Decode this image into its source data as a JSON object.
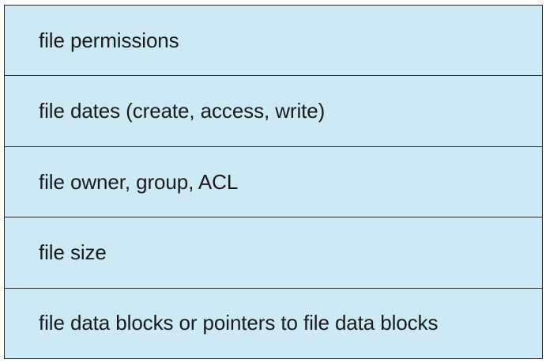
{
  "fcb": {
    "rows": [
      {
        "label": "file permissions"
      },
      {
        "label": "file dates (create, access, write)"
      },
      {
        "label": "file owner, group, ACL"
      },
      {
        "label": "file size"
      },
      {
        "label": "file data blocks or pointers to file data blocks"
      }
    ]
  },
  "colors": {
    "fill": "#cde9f6",
    "border": "#2b2b2b",
    "text": "#1a1a1a"
  }
}
